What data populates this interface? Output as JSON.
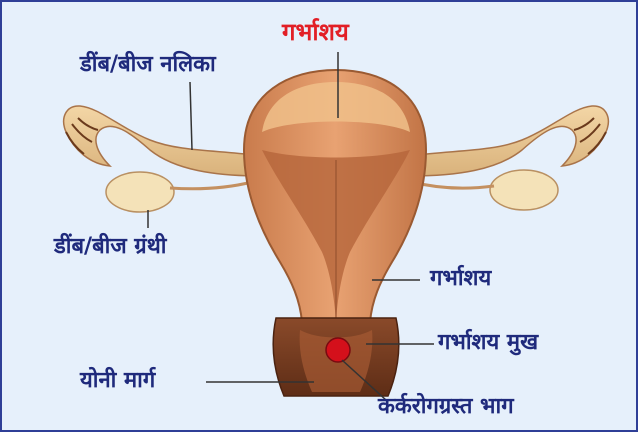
{
  "labels": {
    "title": "गर्भाशय",
    "fallopian_tube": "डींब/बीज नलिका",
    "ovary": "डींब/बीज ग्रंथी",
    "uterus": "गर्भाशय",
    "cervix": "गर्भाशय मुख",
    "vagina": "योनी मार्ग",
    "cancer_part": "कर्करोगग्रस्त भाग"
  },
  "colors": {
    "frame_border": "#2f3f97",
    "background": "#e6f0fb",
    "label_text": "#1f2a7c",
    "title_text": "#e21f26",
    "cancer_spot": "#d4101b"
  }
}
